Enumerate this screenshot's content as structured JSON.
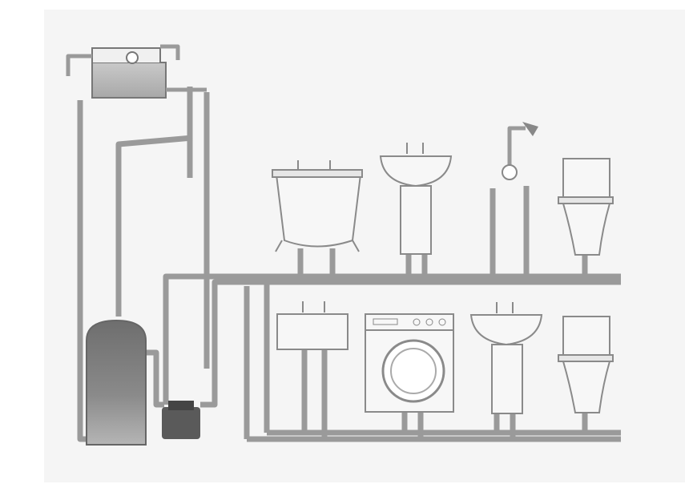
{
  "diagram": {
    "colors": {
      "background": "#f5f5f5",
      "pipe": "#9a9a9a",
      "fixture_outline": "#8a8a8a",
      "cylinder": "#7a7a7a"
    },
    "components": [
      "cold-water-cistern",
      "hot-water-cylinder",
      "pump",
      "bath",
      "basin",
      "shower",
      "toilet",
      "sink",
      "washing-machine"
    ]
  }
}
